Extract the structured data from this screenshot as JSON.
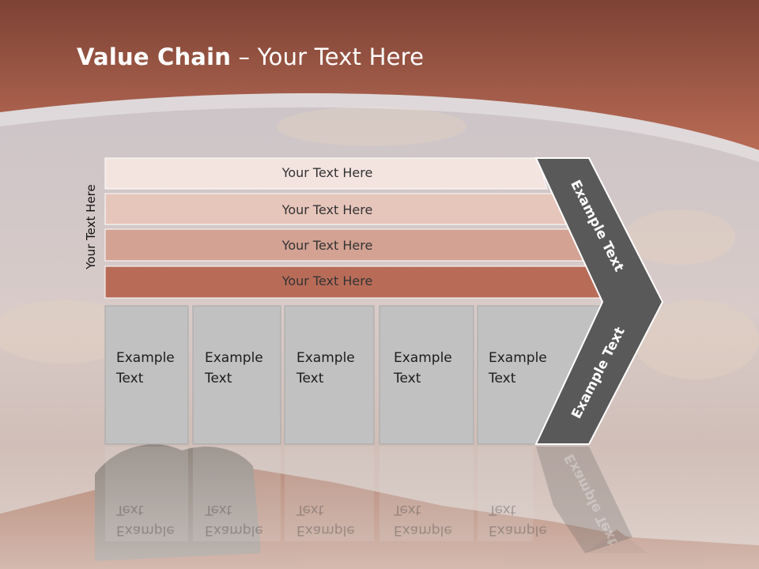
{
  "title": {
    "bold": "Value Chain",
    "rest": " – Your Text Here"
  },
  "side_label": "Your Text Here",
  "bars": [
    "Your Text Here",
    "Your Text Here",
    "Your Text Here",
    "Your Text Here"
  ],
  "boxes": [
    {
      "line1": "Example",
      "line2": "Text"
    },
    {
      "line1": "Example",
      "line2": "Text"
    },
    {
      "line1": "Example",
      "line2": "Text"
    },
    {
      "line1": "Example",
      "line2": "Text"
    },
    {
      "line1": "Example",
      "line2": "Text"
    }
  ],
  "chevron_top": "Example Text",
  "chevron_bottom": "Example Text",
  "colors": {
    "header": "#a55d48",
    "bar1": "#f3e4e0",
    "bar2": "#e6c5bb",
    "bar3": "#d3a293",
    "bar4": "#b86c58",
    "box": "#c1c1c1",
    "chevron": "#595959"
  }
}
